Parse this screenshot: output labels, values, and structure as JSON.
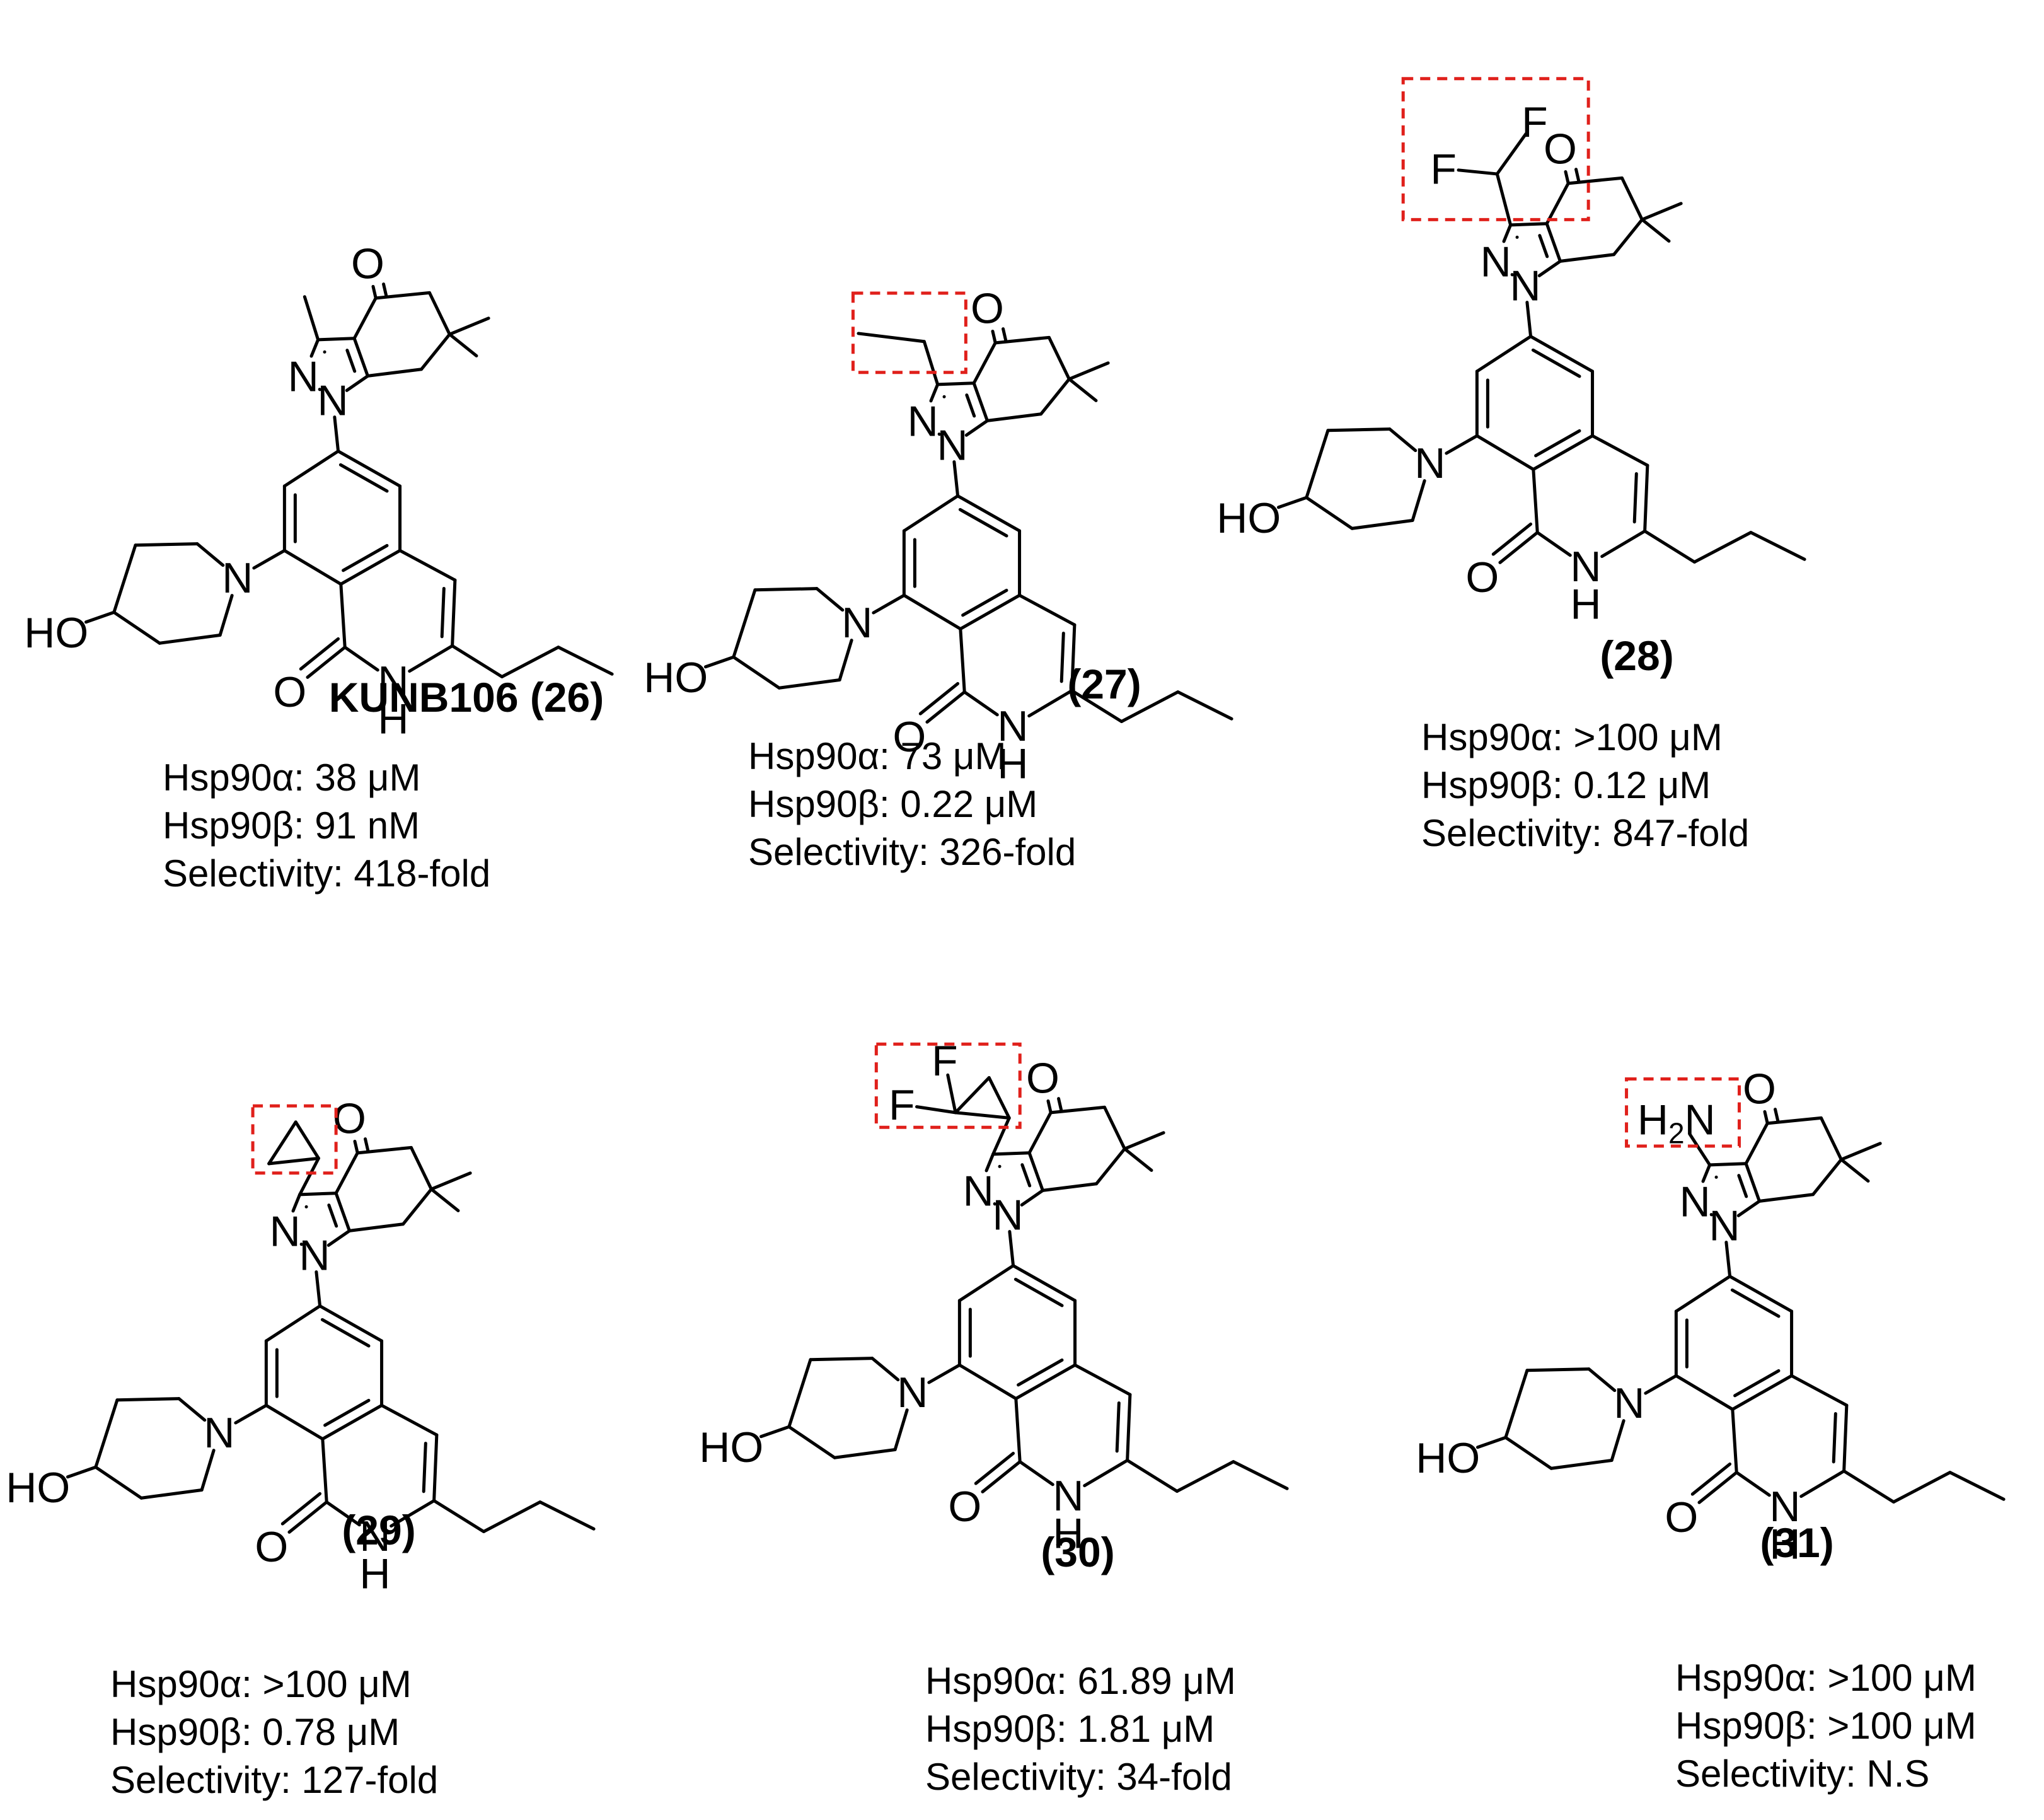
{
  "atom_labels": {
    "oxygen": "O",
    "nitrogen": "N",
    "hydrogen": "H",
    "hydroxyl": "HO",
    "fluorine": "F",
    "amine_h": "H",
    "amine_sub": "2",
    "amine_n": "N"
  },
  "highlight_color": "#e0201b",
  "compounds": [
    {
      "id": "26",
      "label": "KUNB106 (26)",
      "substituent": "methyl",
      "activities": [
        "Hsp90α: 38 μM",
        "Hsp90β: 91 nM",
        "Selectivity: 418-fold"
      ]
    },
    {
      "id": "27",
      "label": "(27)",
      "substituent": "ethyl",
      "activities": [
        "Hsp90α: 73 μM",
        "Hsp90β: 0.22 μM",
        "Selectivity: 326-fold"
      ]
    },
    {
      "id": "28",
      "label": "(28)",
      "substituent": "difluoromethyl",
      "activities": [
        "Hsp90α: >100 μM",
        "Hsp90β: 0.12 μM",
        "Selectivity: 847-fold"
      ]
    },
    {
      "id": "29",
      "label": "(29)",
      "substituent": "cyclopropyl",
      "activities": [
        "Hsp90α: >100 μM",
        "Hsp90β: 0.78 μM",
        "Selectivity: 127-fold"
      ]
    },
    {
      "id": "30",
      "label": "(30)",
      "substituent": "difluorocyclopropyl",
      "activities": [
        "Hsp90α: 61.89 μM",
        "Hsp90β: 1.81 μM",
        "Selectivity: 34-fold"
      ]
    },
    {
      "id": "31",
      "label": "(31)",
      "substituent": "amino",
      "activities": [
        "Hsp90α: >100 μM",
        "Hsp90β: >100 μM",
        "Selectivity: N.S"
      ]
    }
  ]
}
